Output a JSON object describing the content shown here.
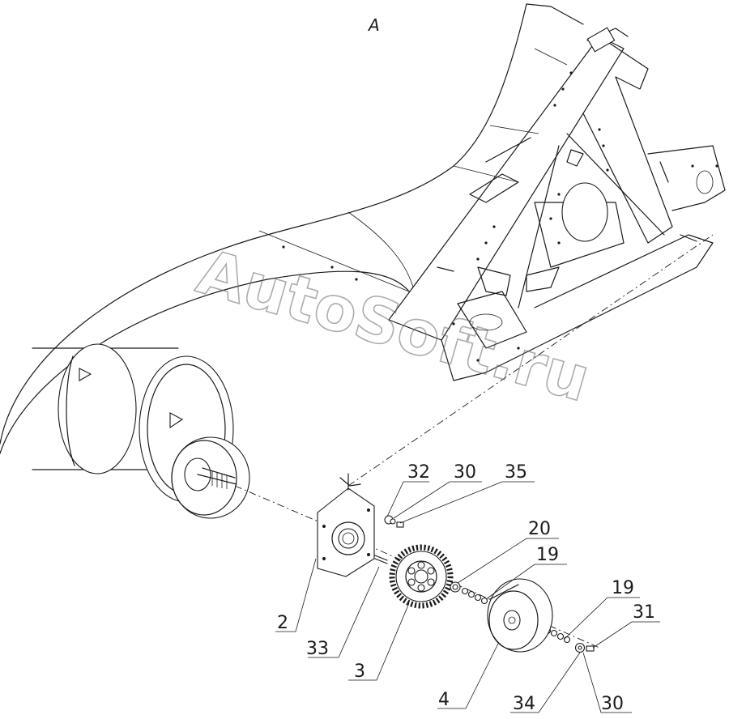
{
  "view_label": "A",
  "watermark": "AutoSoft.ru",
  "callouts": [
    {
      "id": "2",
      "text": "2"
    },
    {
      "id": "33",
      "text": "33"
    },
    {
      "id": "3",
      "text": "3"
    },
    {
      "id": "4",
      "text": "4"
    },
    {
      "id": "32",
      "text": "32"
    },
    {
      "id": "30a",
      "text": "30"
    },
    {
      "id": "35",
      "text": "35"
    },
    {
      "id": "20",
      "text": "20"
    },
    {
      "id": "19a",
      "text": "19"
    },
    {
      "id": "19b",
      "text": "19"
    },
    {
      "id": "31",
      "text": "31"
    },
    {
      "id": "34",
      "text": "34"
    },
    {
      "id": "30b",
      "text": "30"
    }
  ]
}
